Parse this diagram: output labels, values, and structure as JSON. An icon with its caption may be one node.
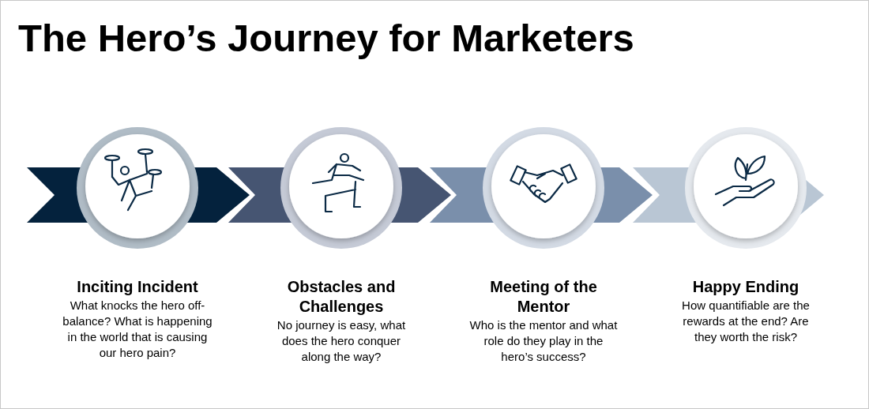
{
  "diagram": {
    "title": "The Hero’s Journey for Marketers",
    "nodes": [
      {
        "text": [
          "Inciting Incident",
          "What knocks the hero off-balance? What is happening in the world that is causing our hero pain?"
        ]
      },
      {
        "text": [
          "Obstacles and Challenges",
          "No journey is easy, what does the hero conquer along the way?"
        ]
      },
      {
        "text": [
          "Meeting of the Mentor",
          "Who is the mentor and what role do they play in the hero’s success?"
        ]
      },
      {
        "text": [
          "Happy Ending",
          "How quantifiable are the rewards at the end? Are they worth the risk?"
        ]
      }
    ]
  }
}
